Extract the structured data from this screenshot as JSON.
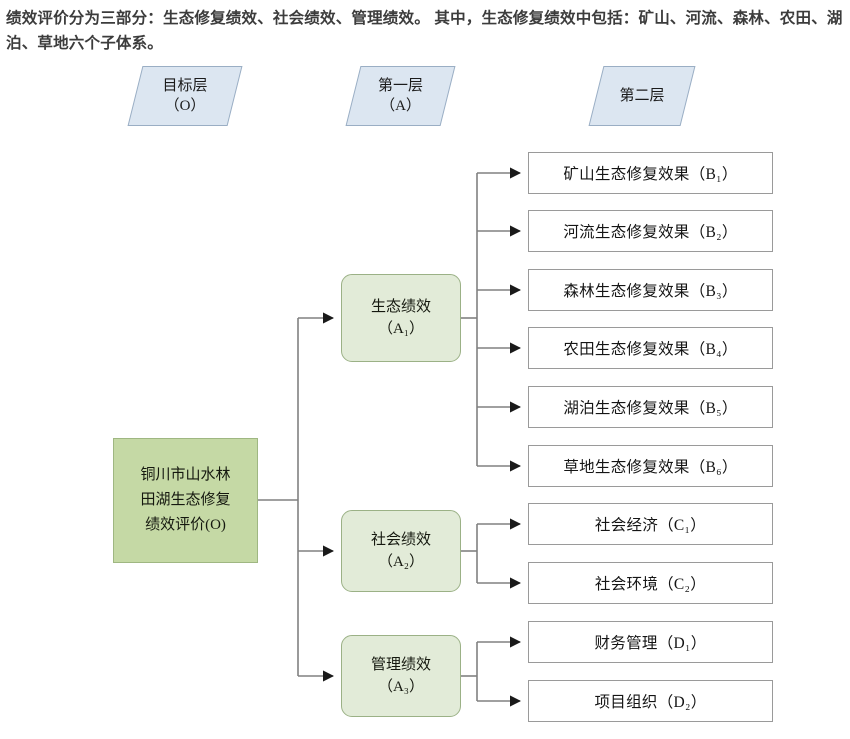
{
  "caption": "绩效评价分为三部分：生态修复绩效、社会绩效、管理绩效。 其中，生态修复绩效中包括：矿山、河流、森林、农田、湖泊、草地六个子体系。",
  "colors": {
    "header_fill": "#dce6f1",
    "header_stroke": "#9aaec4",
    "root_fill": "#c5d9a5",
    "root_stroke": "#9fb782",
    "criteria_fill": "#e2ebd8",
    "criteria_stroke": "#9bb186",
    "leaf_fill": "#ffffff",
    "leaf_stroke": "#9a9a9a",
    "connector": "#808080",
    "caption_text": "#3c3c3c"
  },
  "headers": [
    {
      "id": "goal-layer",
      "label": "目标层\n（O）"
    },
    {
      "id": "first-layer",
      "label": "第一层\n（A）"
    },
    {
      "id": "second-layer",
      "label": "第二层"
    }
  ],
  "root": {
    "id": "O",
    "label": "铜川市山水林\n田湖生态修复\n绩效评价(O)"
  },
  "criteria": [
    {
      "id": "A1",
      "label": "生态绩效\n（A₁）",
      "name": "生态绩效",
      "code": "A1"
    },
    {
      "id": "A2",
      "label": "社会绩效\n（A₂）",
      "name": "社会绩效",
      "code": "A2"
    },
    {
      "id": "A3",
      "label": "管理绩效\n（A₃）",
      "name": "管理绩效",
      "code": "A3"
    }
  ],
  "leaves": {
    "A1": [
      {
        "id": "B1",
        "label": "矿山生态修复效果（B₁）"
      },
      {
        "id": "B2",
        "label": "河流生态修复效果（B₂）"
      },
      {
        "id": "B3",
        "label": "森林生态修复效果（B₃）"
      },
      {
        "id": "B4",
        "label": "农田生态修复效果（B₄）"
      },
      {
        "id": "B5",
        "label": "湖泊生态修复效果（B₅）"
      },
      {
        "id": "B6",
        "label": "草地生态修复效果（B₆）"
      }
    ],
    "A2": [
      {
        "id": "C1",
        "label": "社会经济（C₁）"
      },
      {
        "id": "C2",
        "label": "社会环境（C₂）"
      }
    ],
    "A3": [
      {
        "id": "D1",
        "label": "财务管理（D₁）"
      },
      {
        "id": "D2",
        "label": "项目组织（D₂）"
      }
    ]
  }
}
